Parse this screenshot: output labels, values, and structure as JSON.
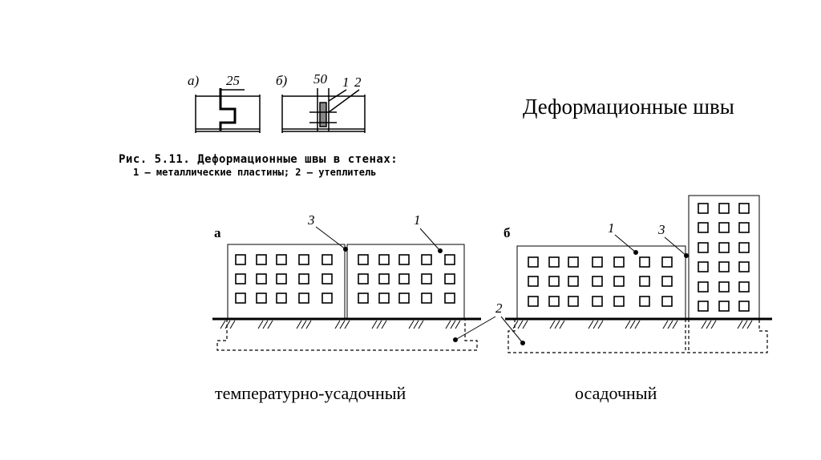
{
  "slide": {
    "title": "Деформационные швы",
    "captions": {
      "left": "температурно-усадочный",
      "right": "осадочный"
    }
  },
  "figure_5_11": {
    "variant_a": "а)",
    "variant_b": "б)",
    "dim_a": "25",
    "dim_b": "50",
    "callout_1": "1",
    "callout_2": "2",
    "caption_line1": "Рис. 5.11. Деформационные швы в стенах:",
    "caption_line2": "1 — металлические пластины; 2 — утеплитель"
  },
  "diagram": {
    "panel_a": "а",
    "panel_b": "б",
    "label_1": "1",
    "label_2": "2",
    "label_3": "3"
  }
}
